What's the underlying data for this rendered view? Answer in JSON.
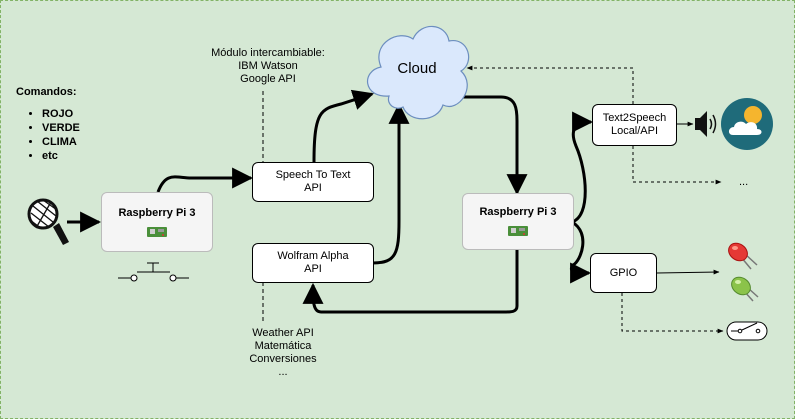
{
  "commands": {
    "title": "Comandos:",
    "items": [
      "ROJO",
      "VERDE",
      "CLIMA",
      "etc"
    ]
  },
  "nodes": {
    "rpi_left": "Raspberry Pi 3",
    "speech_to_text": [
      "Speech To Text",
      "API"
    ],
    "wolfram": [
      "Wolfram Alpha",
      "API"
    ],
    "cloud": "Cloud",
    "rpi_right": "Raspberry Pi 3",
    "text2speech": [
      "Text2Speech",
      "Local/API"
    ],
    "gpio": "GPIO"
  },
  "notes": {
    "modular": [
      "Módulo intercambiable:",
      "IBM Watson",
      "Google API"
    ],
    "wolfram_uses": [
      "Weather API",
      "Matemática",
      "Conversiones",
      "..."
    ],
    "more_outputs": "..."
  },
  "colors": {
    "background": "#d5e8d4",
    "border": "#82b366",
    "cloud_fill": "#dae8fc",
    "cloud_stroke": "#6c8ebf",
    "weather_icon_bg": "#1f6b7a",
    "weather_sun": "#f5b52e",
    "led_red": "#e53935",
    "led_green": "#8bc34a"
  },
  "icons": [
    "microphone-icon",
    "raspberry-pi-board-icon",
    "push-button-icon",
    "speaker-icon",
    "weather-icon",
    "red-led-icon",
    "green-led-icon",
    "switch-icon"
  ]
}
